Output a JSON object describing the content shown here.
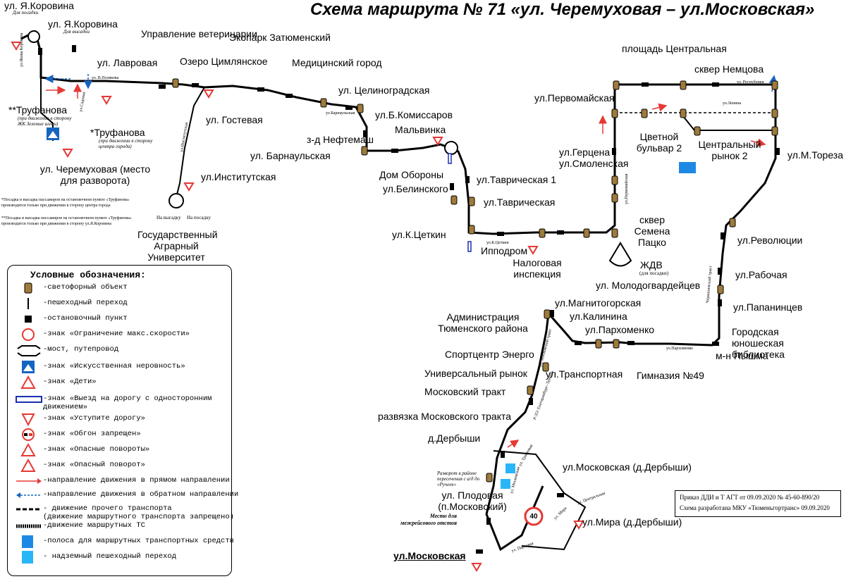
{
  "title": "Схема маршрута № 71 «ул. Черемуховая – ул.Московская»",
  "colors": {
    "route": "#000000",
    "arrow_forward": "#e53935",
    "arrow_back": "#1565c0",
    "sign_red": "#e53935",
    "bus_lane": "#1e88e5",
    "crossing": "#29b6f6",
    "one_way": "#1a2fb0"
  },
  "stops": [
    {
      "name": "ул. Я.Коровина",
      "note": "Для посадки"
    },
    {
      "name": "ул. Я.Коровина",
      "note": "Для высадки"
    },
    {
      "name": "Управление ветеринарии"
    },
    {
      "name": "ул. Лавровая"
    },
    {
      "name": "Озеро Цимлянское"
    },
    {
      "name": "Экопарк Затюменский"
    },
    {
      "name": "Медицинский город"
    },
    {
      "name": "ул. Целиноградская"
    },
    {
      "name": "ул. Гостевая"
    },
    {
      "name": "ул. Барнаульская"
    },
    {
      "name": "з-д Нефтемаш"
    },
    {
      "name": "ул.Б.Комиссаров"
    },
    {
      "name": "Мальвинка"
    },
    {
      "name": "Дом Обороны"
    },
    {
      "name": "ул.Белинского"
    },
    {
      "name": "ул.Таврическая 1"
    },
    {
      "name": "ул.Таврическая"
    },
    {
      "name": "ул.К.Цеткин"
    },
    {
      "name": "Ипподром"
    },
    {
      "name": "Налоговая инспекция"
    },
    {
      "name": "**Труфанова",
      "note": "(при движении в сторону ЖК Зеленые аллеи)"
    },
    {
      "name": "*Труфанова",
      "note": "(при движении в сторону центра города)"
    },
    {
      "name": "ул. Черемуховая (место для разворота)"
    },
    {
      "name": "ул.Институтская"
    },
    {
      "name": "Государственный Аграрный Университет"
    },
    {
      "name": "площадь Центральная"
    },
    {
      "name": "сквер Немцова"
    },
    {
      "name": "ул.Первомайская"
    },
    {
      "name": "Цветной бульвар 2"
    },
    {
      "name": "Центральный рынок 2"
    },
    {
      "name": "ул.Герцена"
    },
    {
      "name": "ул.Смоленская"
    },
    {
      "name": "ул.М.Тореза"
    },
    {
      "name": "сквер Семена Пацко"
    },
    {
      "name": "ЖДВ",
      "note": "(для посадки)"
    },
    {
      "name": "ул.Революции"
    },
    {
      "name": "ул.Рабочая"
    },
    {
      "name": "ул. Молодогвардейцев"
    },
    {
      "name": "ул.Папанинцев"
    },
    {
      "name": "Городская юношеская библиотека"
    },
    {
      "name": "м-н Пышма"
    },
    {
      "name": "ул.Магнитогорская"
    },
    {
      "name": "ул.Калинина"
    },
    {
      "name": "ул.Пархоменко"
    },
    {
      "name": "Администрация Тюменского района"
    },
    {
      "name": "Спортцентр Энерго"
    },
    {
      "name": "Универсальный рынок"
    },
    {
      "name": "ул.Транспортная"
    },
    {
      "name": "Гимназия №49"
    },
    {
      "name": "Московский тракт"
    },
    {
      "name": "развязка Московского тракта"
    },
    {
      "name": "д.Дербыши"
    },
    {
      "name": "ул.Московская (д.Дербыши)"
    },
    {
      "name": "ул. Плодовая (п.Московский)"
    },
    {
      "name": "ул.Мира (д.Дербыши)"
    },
    {
      "name": "ул.Московская"
    }
  ],
  "street_labels": {
    "yakovina_street": "ул.Якова Коровина",
    "polyakova": "ул. В.Полякова",
    "sadovaya": "ул.Садовая",
    "institutskaya": "ул.Институтская",
    "barnaulskaya": "ул.Барнаульская",
    "respubliki": "ул. Республики",
    "lenina": "ул.Ленина",
    "pervomayskaya": "ул.Первомайская",
    "chervishevsky": "Червишевский тракт",
    "parkhomenko": "ул.Пархоменко",
    "moskovsky_trakt": "ул. Московский тракт",
    "ekaterinburg": "Р-351 Екатеринбург–Тюмень",
    "tsetkin": "ул.К.Цеткин",
    "trakt": "ул. Трактовая",
    "moskovskaya": "ул. Московская",
    "tsentralnaya": "ул. Центральная",
    "mira": "ул. Мира",
    "parkovaya": "ул. Парковая"
  },
  "gau_notes": {
    "left": "На высадку",
    "right": "На посадку"
  },
  "notes": {
    "trufanova_1": "*Посадка и высадка пассажиров на остановочном пункте «Труфанова» производится только при движении в сторону центра города",
    "trufanova_2": "**Посадка и высадка пассажиров на остановочном пункте «Труфанова» производится только при движении в сторону ул.Я.Коровина"
  },
  "derbyshi_note": "Разворот в районе пересечения с а/д до «Ручеек»",
  "layover": "Место для межрейсового отстоя",
  "speed_limit": "40",
  "legend": {
    "title": "Условные обозначения:",
    "items": [
      {
        "icon": "traffic-light-icon",
        "label": "-светофорный объект"
      },
      {
        "icon": "pedestrian-crossing-icon",
        "label": "-пешеходный переход"
      },
      {
        "icon": "bus-stop-icon",
        "label": "-остановочный пункт"
      },
      {
        "icon": "speed-limit-icon",
        "label": "-знак «Ограничение макс.скорости»"
      },
      {
        "icon": "bridge-icon",
        "label": "-мост, путепровод"
      },
      {
        "icon": "speed-bump-icon",
        "label": "-знак «Искусственная неровность»"
      },
      {
        "icon": "children-icon",
        "label": "-знак «Дети»"
      },
      {
        "icon": "one-way-entry-icon",
        "label": "-знак «Выезд на дорогу с односторонним\nдвижением»"
      },
      {
        "icon": "yield-icon",
        "label": "-знак «Уступите дорогу»"
      },
      {
        "icon": "no-overtaking-icon",
        "label": "-знак «Обгон запрещен»"
      },
      {
        "icon": "dangerous-turns-icon",
        "label": "-знак «Опасные повороты»"
      },
      {
        "icon": "dangerous-turn-icon",
        "label": "-знак «Опасный поворот»"
      },
      {
        "icon": "forward-arrow-icon",
        "label": "-направление движения в прямом направлении"
      },
      {
        "icon": "backward-arrow-icon",
        "label": "-направление движения в обратном направлении"
      },
      {
        "icon": "dashed-line-icon",
        "label": "- движение прочего транспорта\n(движение маршрутного транспорта запрещено)"
      },
      {
        "icon": "route-line-icon",
        "label": "-движение маршрутных ТС"
      },
      {
        "icon": "bus-lane-icon",
        "label": "-полоса для маршрутных транспортных средств"
      },
      {
        "icon": "overpass-crossing-icon",
        "label": "- надземный пешеходный переход"
      }
    ]
  },
  "order": {
    "line1": "Приказ ДДИ и Т АГТ от 09.09.2020 № 45-60-890/20",
    "line2": "Схема разработана МКУ «Тюменьгортранс» 09.09.2020"
  }
}
